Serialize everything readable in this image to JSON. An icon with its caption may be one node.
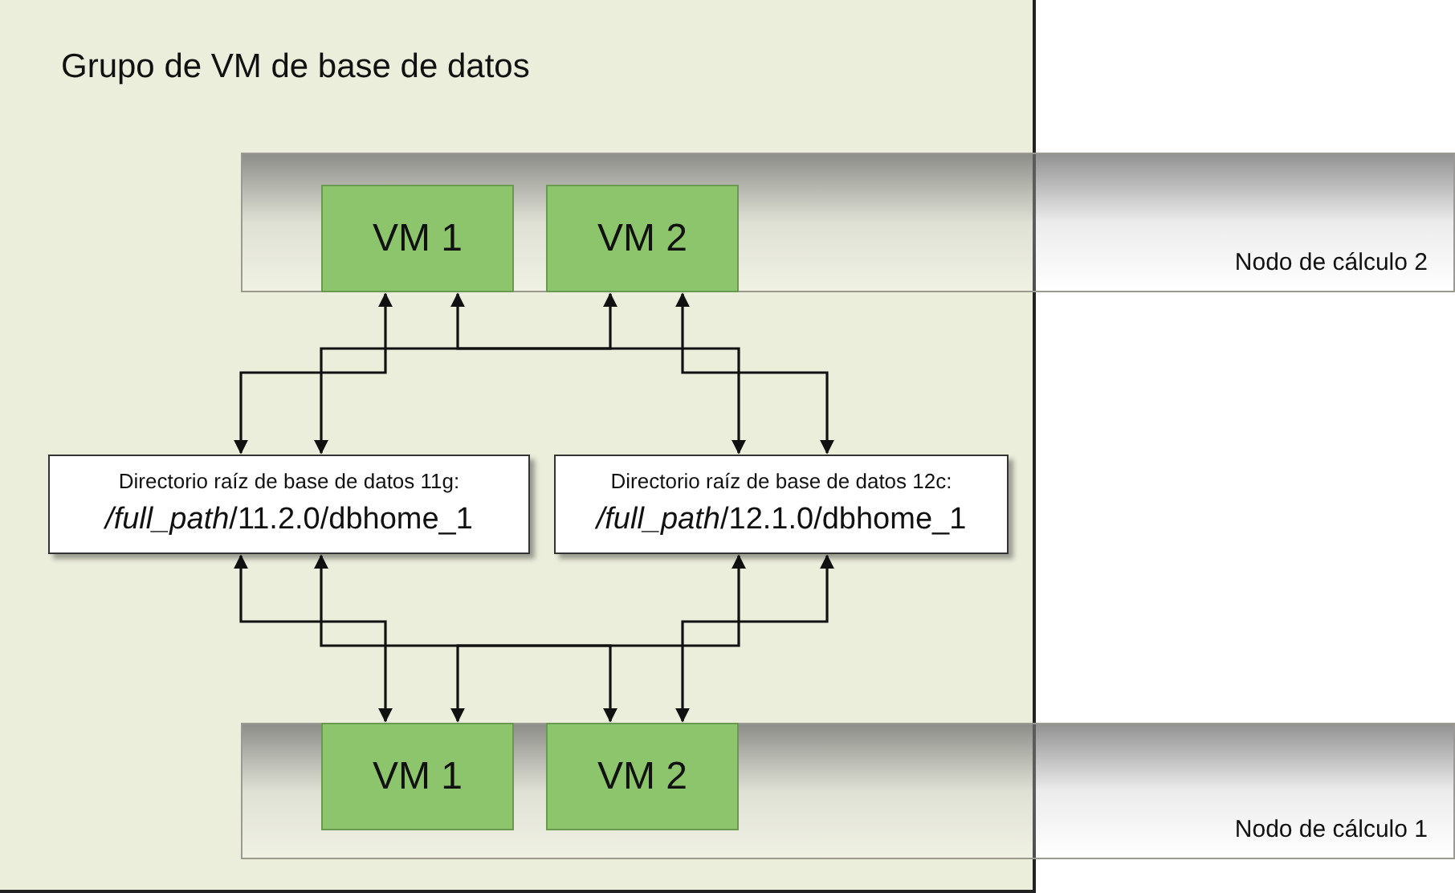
{
  "diagram": {
    "nodes": [
      {
        "text": [
          "Grupo de VM de base de datos"
        ]
      },
      {
        "text": [
          "Nodo de cálculo 2"
        ]
      },
      {
        "text": [
          "VM 1"
        ]
      },
      {
        "text": [
          "VM 2"
        ]
      },
      {
        "text": [
          "Directorio raíz de base de datos 11g:",
          "*/full_path*/11.2.0/dbhome_1"
        ],
        "in": 0
      },
      {
        "text": [
          "Directorio raíz de base de datos 12c:",
          "*/full_path*/12.1.0/dbhome_1"
        ],
        "in": 0
      },
      {
        "text": [
          "Nodo de cálculo 1"
        ]
      },
      {
        "text": [
          "VM 1"
        ]
      },
      {
        "text": [
          "VM 2"
        ]
      }
    ],
    "edges": [
      {
        "from": 2,
        "to": 4,
        "arrow": "both"
      },
      {
        "from": 2,
        "to": 5,
        "arrow": "both"
      },
      {
        "from": 3,
        "to": 4,
        "arrow": "both"
      },
      {
        "from": 3,
        "to": 5,
        "arrow": "both"
      },
      {
        "from": 4,
        "to": 7,
        "arrow": "both"
      },
      {
        "from": 4,
        "to": 8,
        "arrow": "both"
      },
      {
        "from": 5,
        "to": 7,
        "arrow": "both"
      },
      {
        "from": 5,
        "to": 8,
        "arrow": "both"
      }
    ]
  }
}
